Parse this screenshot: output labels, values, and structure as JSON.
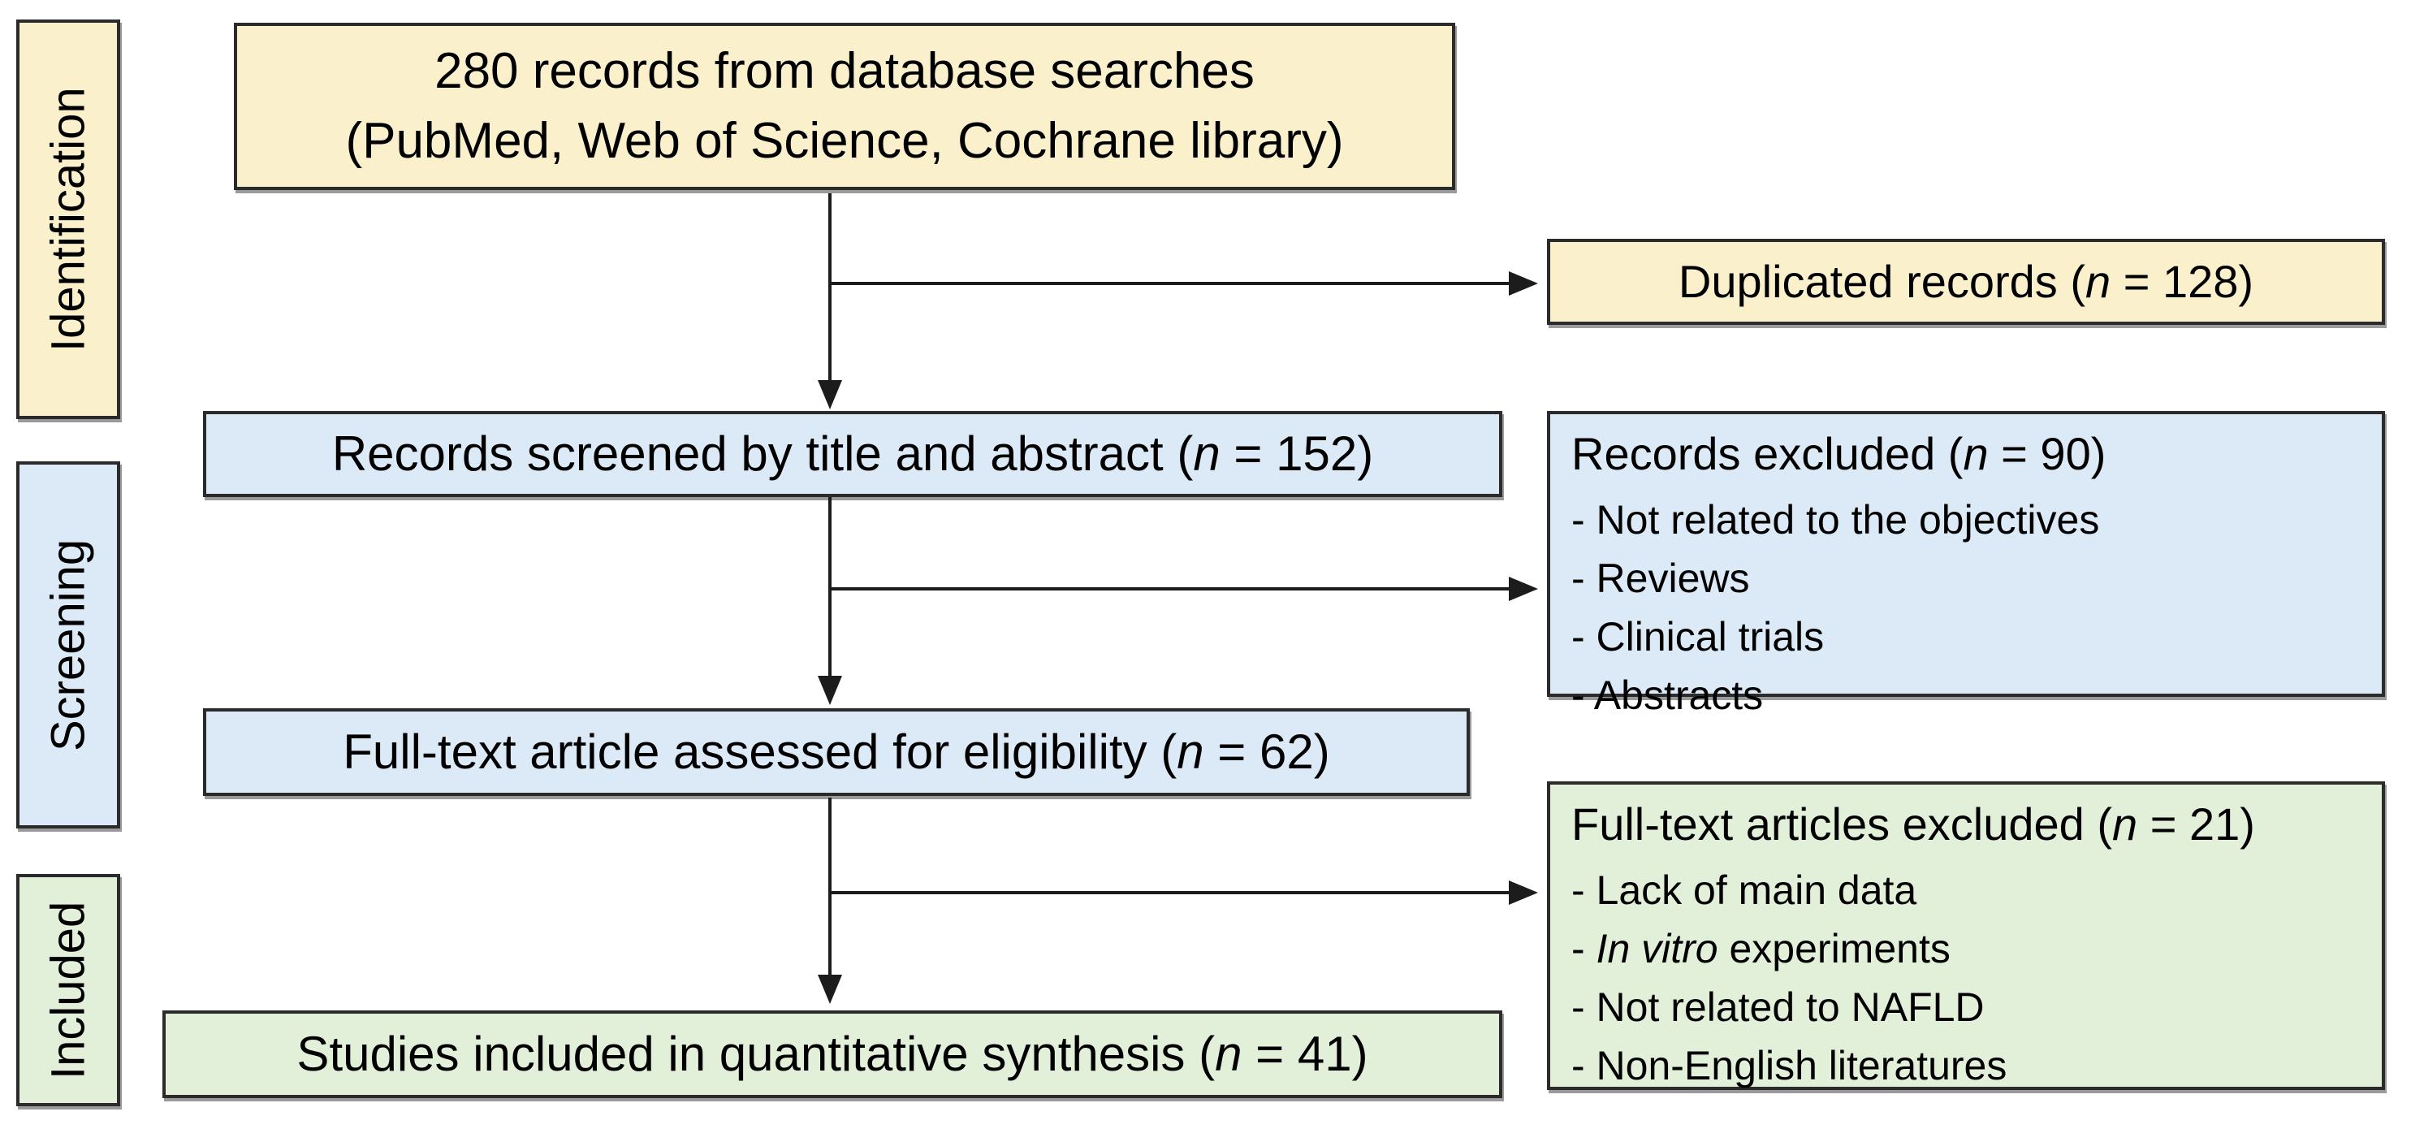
{
  "palette": {
    "cream": "#FAF0CC",
    "blue": "#DCE9F6",
    "green": "#E2EFD9",
    "border": "#2B2B2B",
    "arrow": "#1C1C1C",
    "background": "#FFFFFF"
  },
  "sidebar": {
    "identification_label": "Identification",
    "screening_label": "Screening",
    "included_label": "Included"
  },
  "nodes": {
    "records_identified": {
      "line1": "280 records from database searches",
      "line2": "(PubMed, Web of Science, Cochrane library)"
    },
    "duplicated": {
      "prefix": "Duplicated records (",
      "n": "n",
      "suffix": " = 128)"
    },
    "screened": {
      "prefix": "Records screened by title and abstract (",
      "n": "n",
      "suffix": " = 152)"
    },
    "records_excluded": {
      "title_prefix": "Records excluded (",
      "title_n": "n",
      "title_suffix": " = 90)",
      "items": [
        "- Not related to the objectives",
        "- Reviews",
        "- Clinical trials",
        "- Abstracts"
      ]
    },
    "fulltext_assessed": {
      "prefix": "Full-text article assessed for eligibility (",
      "n": "n",
      "suffix": " = 62)"
    },
    "fulltext_excluded": {
      "title_prefix": "Full-text articles excluded (",
      "title_n": "n",
      "title_suffix": " = 21)",
      "items": [
        "- Lack of main data",
        {
          "pre": "- ",
          "italic": "In vitro",
          "rest": " experiments"
        },
        "- Not related to NAFLD",
        "- Non-English literatures"
      ]
    },
    "studies_included": {
      "prefix": "Studies included in quantitative synthesis (",
      "n": "n",
      "suffix": " = 41)"
    }
  }
}
